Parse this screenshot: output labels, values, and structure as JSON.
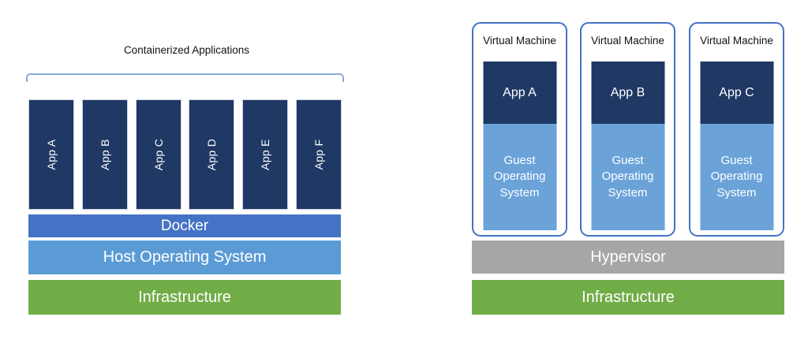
{
  "left": {
    "title": "Containerized Applications",
    "apps": [
      "App A",
      "App B",
      "App C",
      "App D",
      "App E",
      "App F"
    ],
    "layers": [
      {
        "label": "Docker",
        "color": "#4472C4"
      },
      {
        "label": "Host Operating System",
        "color": "#5B9BD5"
      },
      {
        "label": "Infrastructure",
        "color": "#70AD47"
      }
    ]
  },
  "right": {
    "vms": [
      {
        "title": "Virtual Machine",
        "app": "App A",
        "os": "Guest Operating System"
      },
      {
        "title": "Virtual Machine",
        "app": "App B",
        "os": "Guest Operating System"
      },
      {
        "title": "Virtual Machine",
        "app": "App C",
        "os": "Guest Operating System"
      }
    ],
    "layers": [
      {
        "label": "Hypervisor",
        "color": "#A6A6A6"
      },
      {
        "label": "Infrastructure",
        "color": "#70AD47"
      }
    ]
  },
  "colors": {
    "app_box": "#1F3864",
    "docker": "#4472C4",
    "host_os": "#5B9BD5",
    "guest_os": "#6BA3D9",
    "infrastructure": "#70AD47",
    "hypervisor": "#A6A6A6",
    "bracket": "#8EAADB",
    "vm_border": "#4472C4"
  }
}
